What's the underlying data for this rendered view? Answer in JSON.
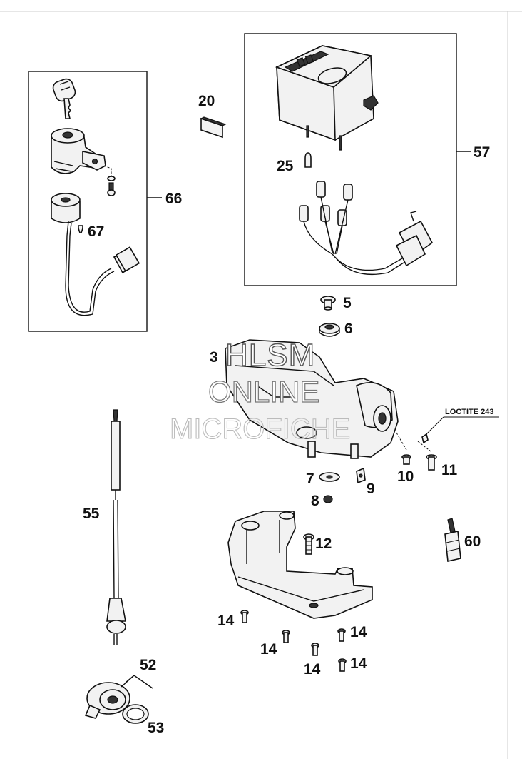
{
  "labels": {
    "p20": "20",
    "p66": "66",
    "p67": "67",
    "p57": "57",
    "p25": "25",
    "p5": "5",
    "p6": "6",
    "p3": "3",
    "p7": "7",
    "p9": "9",
    "p8": "8",
    "p10": "10",
    "p11": "11",
    "p12": "12",
    "p60": "60",
    "p55": "55",
    "p14a": "14",
    "p14b": "14",
    "p14c": "14",
    "p14d": "14",
    "p14e": "14",
    "p52": "52",
    "p53": "53"
  },
  "note": "LOCTITE 243",
  "watermark": {
    "line1": "HLSM",
    "line2": "ONLINE",
    "line3": "MICROFICHE"
  }
}
